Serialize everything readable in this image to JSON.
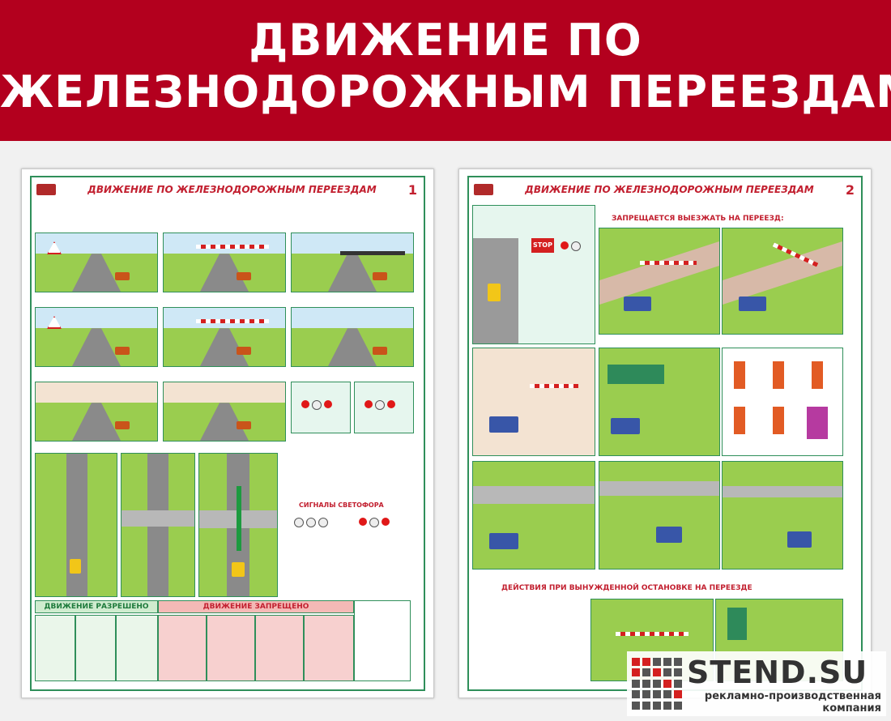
{
  "banner": {
    "line1": "ДВИЖЕНИЕ ПО",
    "line2": "ЖЕЛЕЗНОДОРОЖНЫМ ПЕРЕЕЗДАМ",
    "bg_color": "#b3001e"
  },
  "posters": [
    {
      "title": "ДВИЖЕНИЕ ПО ЖЕЛЕЗНОДОРОЖНЫМ ПЕРЕЕЗДАМ",
      "number": "1"
    },
    {
      "title": "ДВИЖЕНИЕ ПО ЖЕЛЕЗНОДОРОЖНЫМ ПЕРЕЕЗДАМ",
      "number": "2"
    }
  ],
  "poster1": {
    "signals_heading": "СИГНАЛЫ СВЕТОФОРА",
    "allowed": "ДВИЖЕНИЕ РАЗРЕШЕНО",
    "forbidden": "ДВИЖЕНИЕ ЗАПРЕЩЕНО"
  },
  "poster2": {
    "forbidden_heading": "ЗАПРЕЩАЕТСЯ ВЫЕЗЖАТЬ НА ПЕРЕЕЗД:",
    "forced_stop": "ДЕЙСТВИЯ ПРИ ВЫНУЖДЕННОЙ ОСТАНОВКЕ НА ПЕРЕЕЗДЕ",
    "stop_sign": "STOP"
  },
  "logo": {
    "name": "STEND.SU",
    "tagline": "рекламно-производственная компания"
  }
}
